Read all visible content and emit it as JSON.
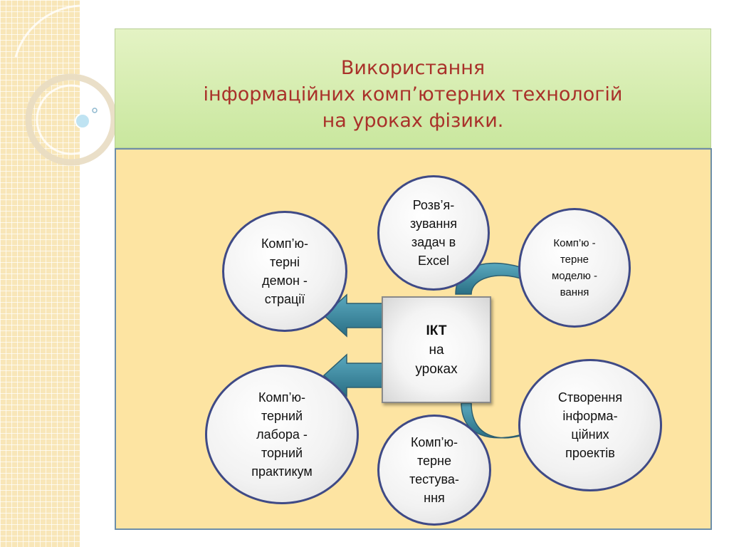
{
  "title": {
    "line1": "Використання",
    "line2": "інформаційних комп’ютерних технологій",
    "line3": "на уроках фізики."
  },
  "center": {
    "title": "ІКТ",
    "line2": "на",
    "line3": "уроках"
  },
  "nodes": {
    "demonstrations": [
      "Комп’ю-",
      "терні",
      "демон -",
      "страції"
    ],
    "excel": [
      "Розв’я-",
      "зування",
      "задач в",
      "Excel"
    ],
    "modeling": [
      "Комп’ю -",
      "терне",
      "моделю -",
      "вання"
    ],
    "lab": [
      "Комп’ю-",
      "терний",
      "лабора -",
      "торний",
      "практикум"
    ],
    "testing": [
      "Комп’ю-",
      "терне",
      "тестува-",
      "ння"
    ],
    "projects": [
      "Створення",
      "інформа-",
      "ційних",
      "проектів"
    ]
  },
  "colors": {
    "title_text": "#a9312a",
    "node_border": "#3f4a86",
    "arrow_fill": "#2f7f95",
    "content_bg": "#fde4a2",
    "title_bg": "#d3ecaa"
  }
}
